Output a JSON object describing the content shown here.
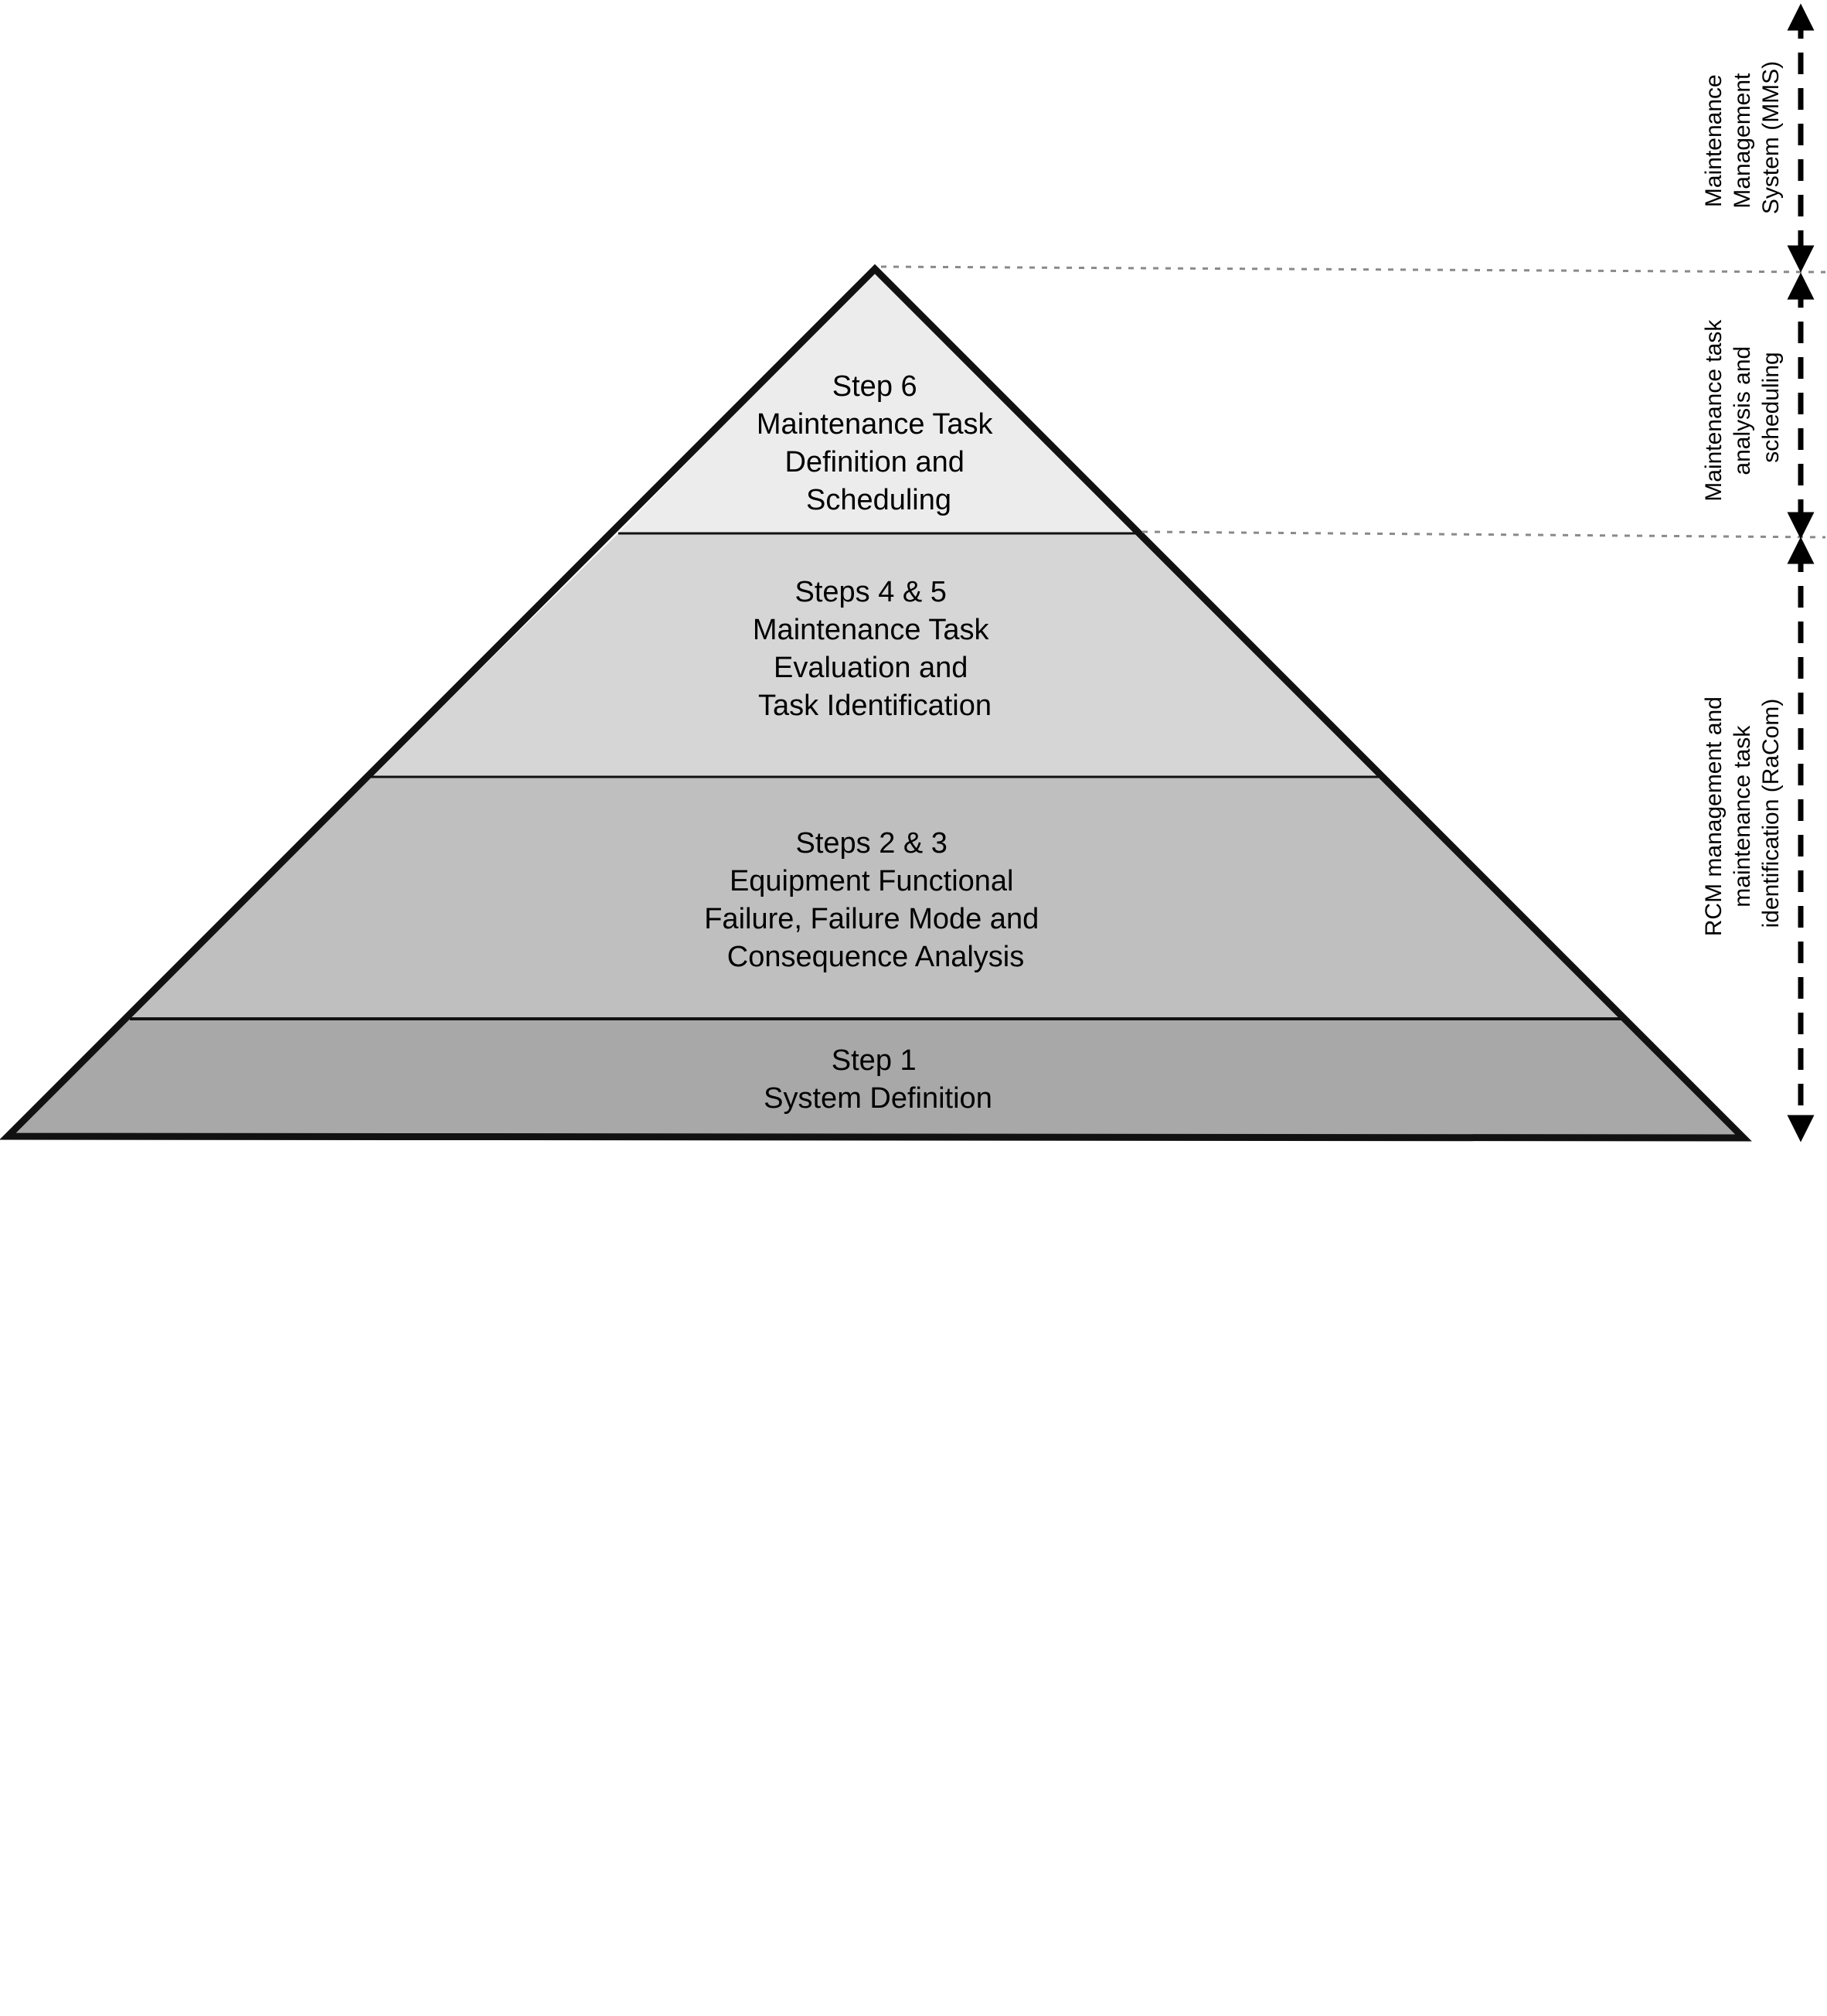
{
  "pyramid": {
    "tiers": [
      {
        "id": "step-6",
        "lines": [
          "Step 6",
          "Maintenance Task",
          "Definition and",
          "Scheduling"
        ],
        "fill": "#ececec"
      },
      {
        "id": "steps-4-5",
        "lines": [
          "Steps 4 & 5",
          "Maintenance Task",
          "Evaluation and",
          "Task Identification"
        ],
        "fill": "#d6d6d6"
      },
      {
        "id": "steps-2-3",
        "lines": [
          "Steps 2 & 3",
          "Equipment Functional",
          "Failure, Failure Mode and",
          "Consequence Analysis"
        ],
        "fill": "#bfbfbf"
      },
      {
        "id": "step-1",
        "lines": [
          "Step 1",
          "System Definition"
        ],
        "fill": "#a8a8a8"
      }
    ],
    "outline_color": "#111111"
  },
  "scope_brackets": [
    {
      "id": "mms",
      "lines": [
        "Maintenance",
        "Management",
        "System (MMS)"
      ]
    },
    {
      "id": "task-analysis",
      "lines": [
        "Maintenance task",
        "analysis and",
        "scheduling"
      ]
    },
    {
      "id": "racom",
      "lines": [
        "RCM management and",
        "maintenance task",
        "identification (RaCom)"
      ]
    }
  ]
}
